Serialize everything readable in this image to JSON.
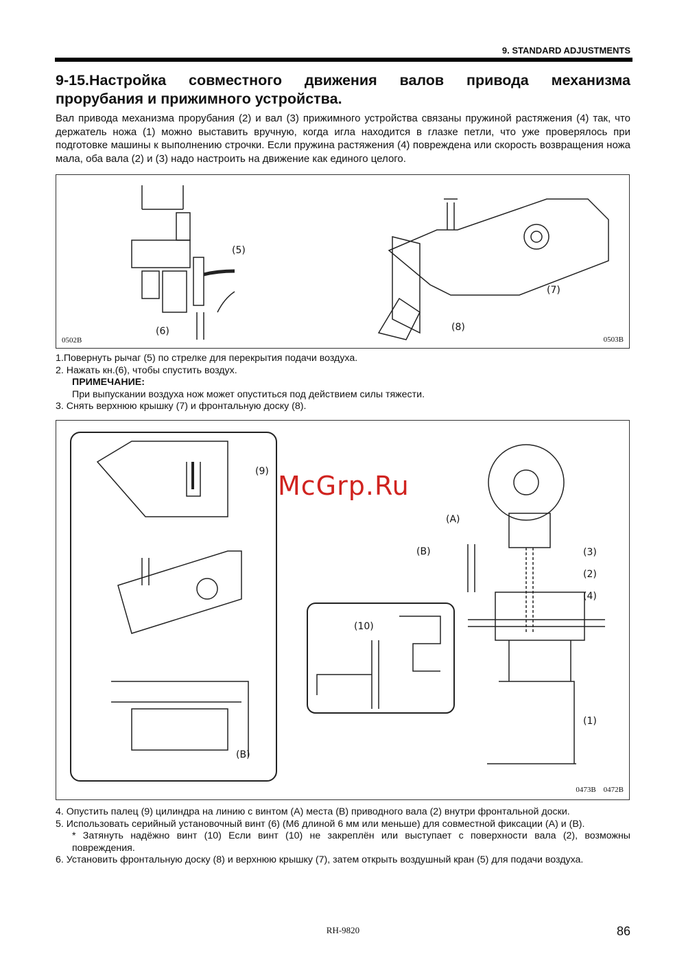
{
  "header": {
    "section": "9. STANDARD ADJUSTMENTS"
  },
  "title": {
    "line1": "9-15.Настройка совместного движения валов привода механизма",
    "line2": "прорубания и прижимного устройства."
  },
  "intro": "Вал привода механизма прорубания (2) и  вал (3) прижимного устройства связаны пружиной растяжения (4) так, что держатель ножа (1) можно выставить вручную, когда игла находится в глазке петли, что уже проверялось при подготовке машины к выполнению строчки. Если пружина растяжения (4) повреждена или скорость возвращения ножа мала, оба вала (2) и (3) надо настроить на движение как единого целого.",
  "figure1": {
    "labels": [
      "(5)",
      "(6)",
      "(7)",
      "(8)"
    ],
    "codes": [
      "0502B",
      "0503B"
    ]
  },
  "steps1": [
    "1.Повернуть рычаг (5) по стрелке для перекрытия подачи воздуха.",
    "2.  Нажать кн.(6), чтобы спустить воздух.",
    "ПРИМЕЧАНИЕ:",
    "При выпускании воздуха нож может опуститься под действием силы тяжести.",
    "3.  Снять верхнюю крышку (7) и фронтальную доску (8)."
  ],
  "figure2": {
    "labels": [
      "(9)",
      "(A)",
      "(B)",
      "(3)",
      "(2)",
      "(4)",
      "(10)",
      "(1)",
      "(B)"
    ],
    "codes": "0473B    0472B",
    "watermark": "McGrp.Ru"
  },
  "steps2": [
    "4.  Опустить палец (9) цилиндра на линию с винтом (А)  места (В) приводного вала (2) внутри фронтальной доски.",
    "5.  Использовать  серийный установочный винт (6) (М6 длиной 6 мм или меньше) для совместной фиксации (А) и (В).",
    "* Затянуть надёжно винт (10)  Если винт (10) не закреплён или выступает с поверхности вала (2), возможны",
    "повреждения.",
    "6.  Установить фронтальную доску (8) и верхнюю крышку (7), затем открыть  воздушный кран (5) для подачи воздуха."
  ],
  "footer": {
    "model": "RH-9820",
    "page": "86"
  }
}
